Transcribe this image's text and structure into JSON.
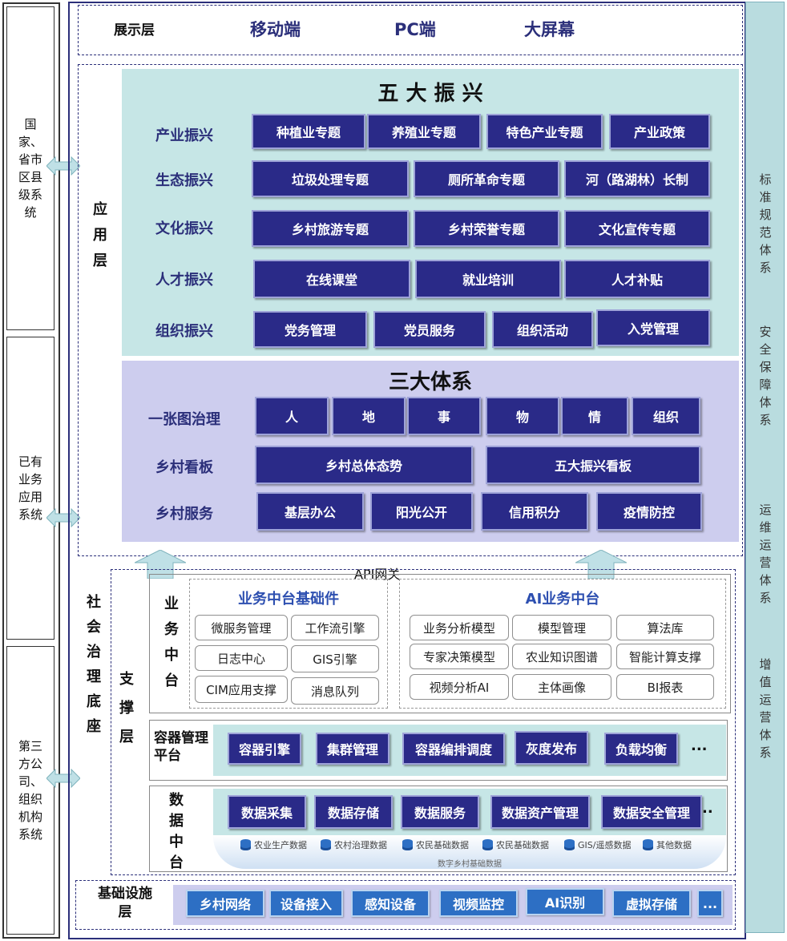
{
  "external_systems": [
    {
      "label": "国家、省市区县级系统"
    },
    {
      "label": "已有业务应用系统"
    },
    {
      "label": "第三方公司、组织机构系统"
    }
  ],
  "right_column": [
    "标准规范体系",
    "安全保障体系",
    "运维运营体系",
    "增值运营体系"
  ],
  "display_layer": {
    "label": "展示层",
    "items": [
      "移动端",
      "PC端",
      "大屏幕"
    ]
  },
  "app_layer": {
    "label": "应用层"
  },
  "five_revitalization": {
    "title": "五 大 振 兴",
    "rows": [
      {
        "label": "产业振兴",
        "items": [
          "种植业专题",
          "养殖业专题",
          "特色产业专题",
          "产业政策"
        ]
      },
      {
        "label": "生态振兴",
        "items": [
          "垃圾处理专题",
          "厕所革命专题",
          "河（路湖林）长制"
        ]
      },
      {
        "label": "文化振兴",
        "items": [
          "乡村旅游专题",
          "乡村荣誉专题",
          "文化宣传专题"
        ]
      },
      {
        "label": "人才振兴",
        "items": [
          "在线课堂",
          "就业培训",
          "人才补贴"
        ]
      },
      {
        "label": "组织振兴",
        "items": [
          "党务管理",
          "党员服务",
          "组织活动",
          "入党管理"
        ]
      }
    ]
  },
  "three_systems": {
    "title": "三大体系",
    "rows": [
      {
        "label": "一张图治理",
        "items": [
          "人",
          "地",
          "事",
          "物",
          "情",
          "组织"
        ]
      },
      {
        "label": "乡村看板",
        "items": [
          "乡村总体态势",
          "五大振兴看板"
        ]
      },
      {
        "label": "乡村服务",
        "items": [
          "基层办公",
          "阳光公开",
          "信用积分",
          "疫情防控"
        ]
      }
    ]
  },
  "api_gateway": "API网关",
  "foundation": {
    "label": "社会治理底座"
  },
  "support_layer": {
    "label": "支撑层"
  },
  "business_middle": {
    "label": "业务中台",
    "base": {
      "title": "业务中台基础件",
      "items": [
        "微服务管理",
        "工作流引擎",
        "日志中心",
        "GIS引擎",
        "CIM应用支撑",
        "消息队列"
      ]
    },
    "ai": {
      "title": "AI业务中台",
      "items": [
        "业务分析模型",
        "模型管理",
        "算法库",
        "专家决策模型",
        "农业知识图谱",
        "智能计算支撑",
        "视频分析AI",
        "主体画像",
        "BI报表"
      ]
    }
  },
  "container": {
    "label": "容器管理平台",
    "items": [
      "容器引擎",
      "集群管理",
      "容器编排调度",
      "灰度发布",
      "负载均衡",
      "..."
    ]
  },
  "data_middle": {
    "label": "数据中台",
    "items": [
      "数据采集",
      "数据存储",
      "数据服务",
      "数据资产管理",
      "数据安全管理",
      ".."
    ],
    "databases": [
      "农业生产数据",
      "农村治理数据",
      "农民基础数据",
      "农民基础数据",
      "GIS/遥感数据",
      "其他数据"
    ],
    "caption": "数字乡村基础数据"
  },
  "infrastructure": {
    "label": "基础设施层",
    "items": [
      "乡村网络",
      "设备接入",
      "感知设备",
      "视频监控",
      "AI识别",
      "虚拟存储",
      "..."
    ]
  },
  "colors": {
    "navy": "#2a2a88",
    "teal_bg": "#c6e6e6",
    "lavender_bg": "#cdcdee",
    "blue": "#2d6fc4",
    "right_col": "#b9dcdf"
  }
}
